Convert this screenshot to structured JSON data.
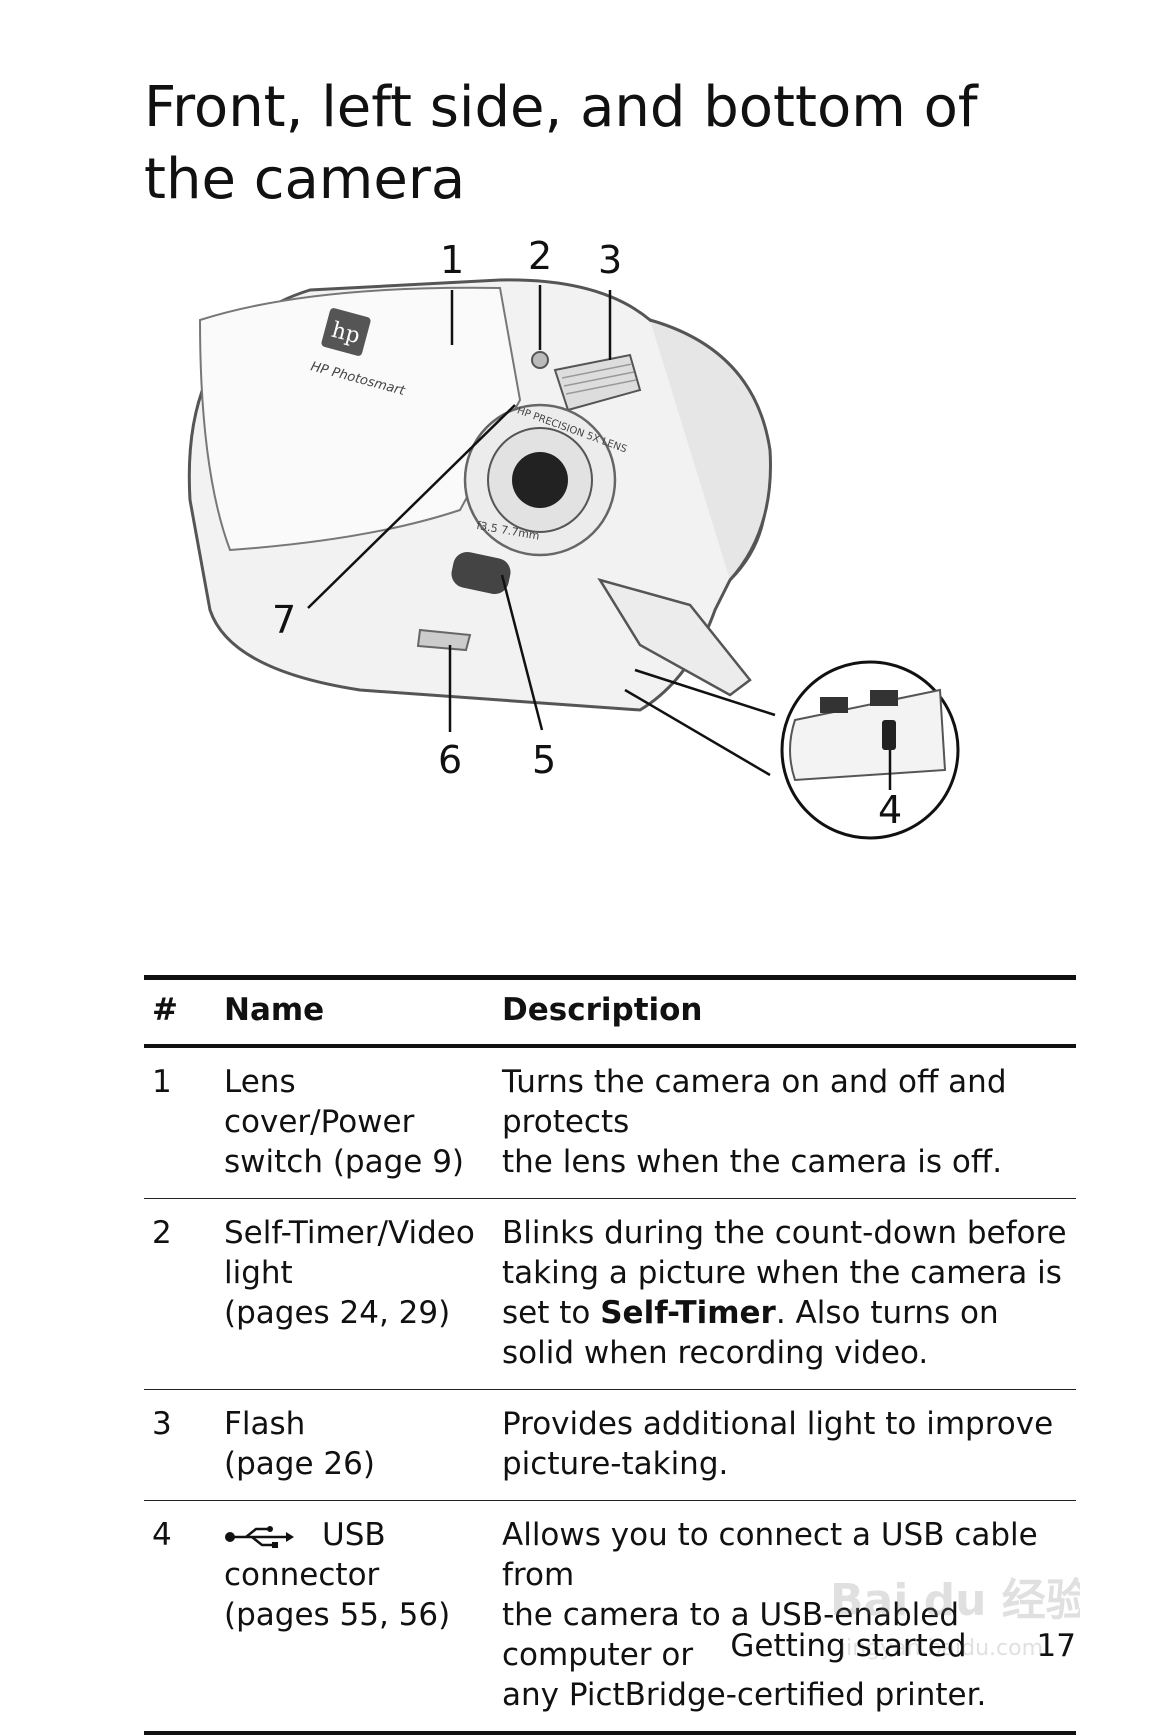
{
  "page": {
    "title": "Front, left side, and bottom of the camera"
  },
  "figure": {
    "callouts": [
      "1",
      "2",
      "3",
      "4",
      "5",
      "6",
      "7"
    ],
    "camera_logo": "hp",
    "camera_brand_text": "HP Photosmart",
    "lens_ring_text": "HP PRECISION 5X LENS",
    "lens_spec_text": "f3.5  7.7mm",
    "icons": [
      "camera-illustration",
      "usb-port-inset"
    ]
  },
  "table": {
    "headers": {
      "num": "#",
      "name": "Name",
      "description": "Description"
    },
    "rows": [
      {
        "num": "1",
        "name_lines": [
          "Lens cover/Power",
          "switch (page 9)"
        ],
        "desc_lines": [
          "Turns the camera on and off and protects",
          "the lens when the camera is off."
        ]
      },
      {
        "num": "2",
        "name_lines": [
          "Self-Timer/Video",
          "light",
          "(pages 24, 29)"
        ],
        "desc_before_bold": "Blinks during the count-down before taking a picture when the camera is set to ",
        "desc_bold": "Self-Timer",
        "desc_after_bold": ". Also turns on solid when recording video."
      },
      {
        "num": "3",
        "name_lines": [
          "Flash",
          "(page 26)"
        ],
        "desc_lines": [
          "Provides additional light to improve",
          "picture-taking."
        ]
      },
      {
        "num": "4",
        "name_icon": "usb-icon",
        "name_lines": [
          "USB",
          "connector",
          "(pages 55, 56)"
        ],
        "desc_lines": [
          "Allows you to connect a USB cable from",
          "the camera to a USB-enabled computer or",
          "any PictBridge-certified printer."
        ]
      }
    ]
  },
  "footer": {
    "section": "Getting started",
    "page_number": "17"
  },
  "watermark": {
    "text_main": "Bai du 经验",
    "text_url": "jingyan.baidu.com"
  }
}
